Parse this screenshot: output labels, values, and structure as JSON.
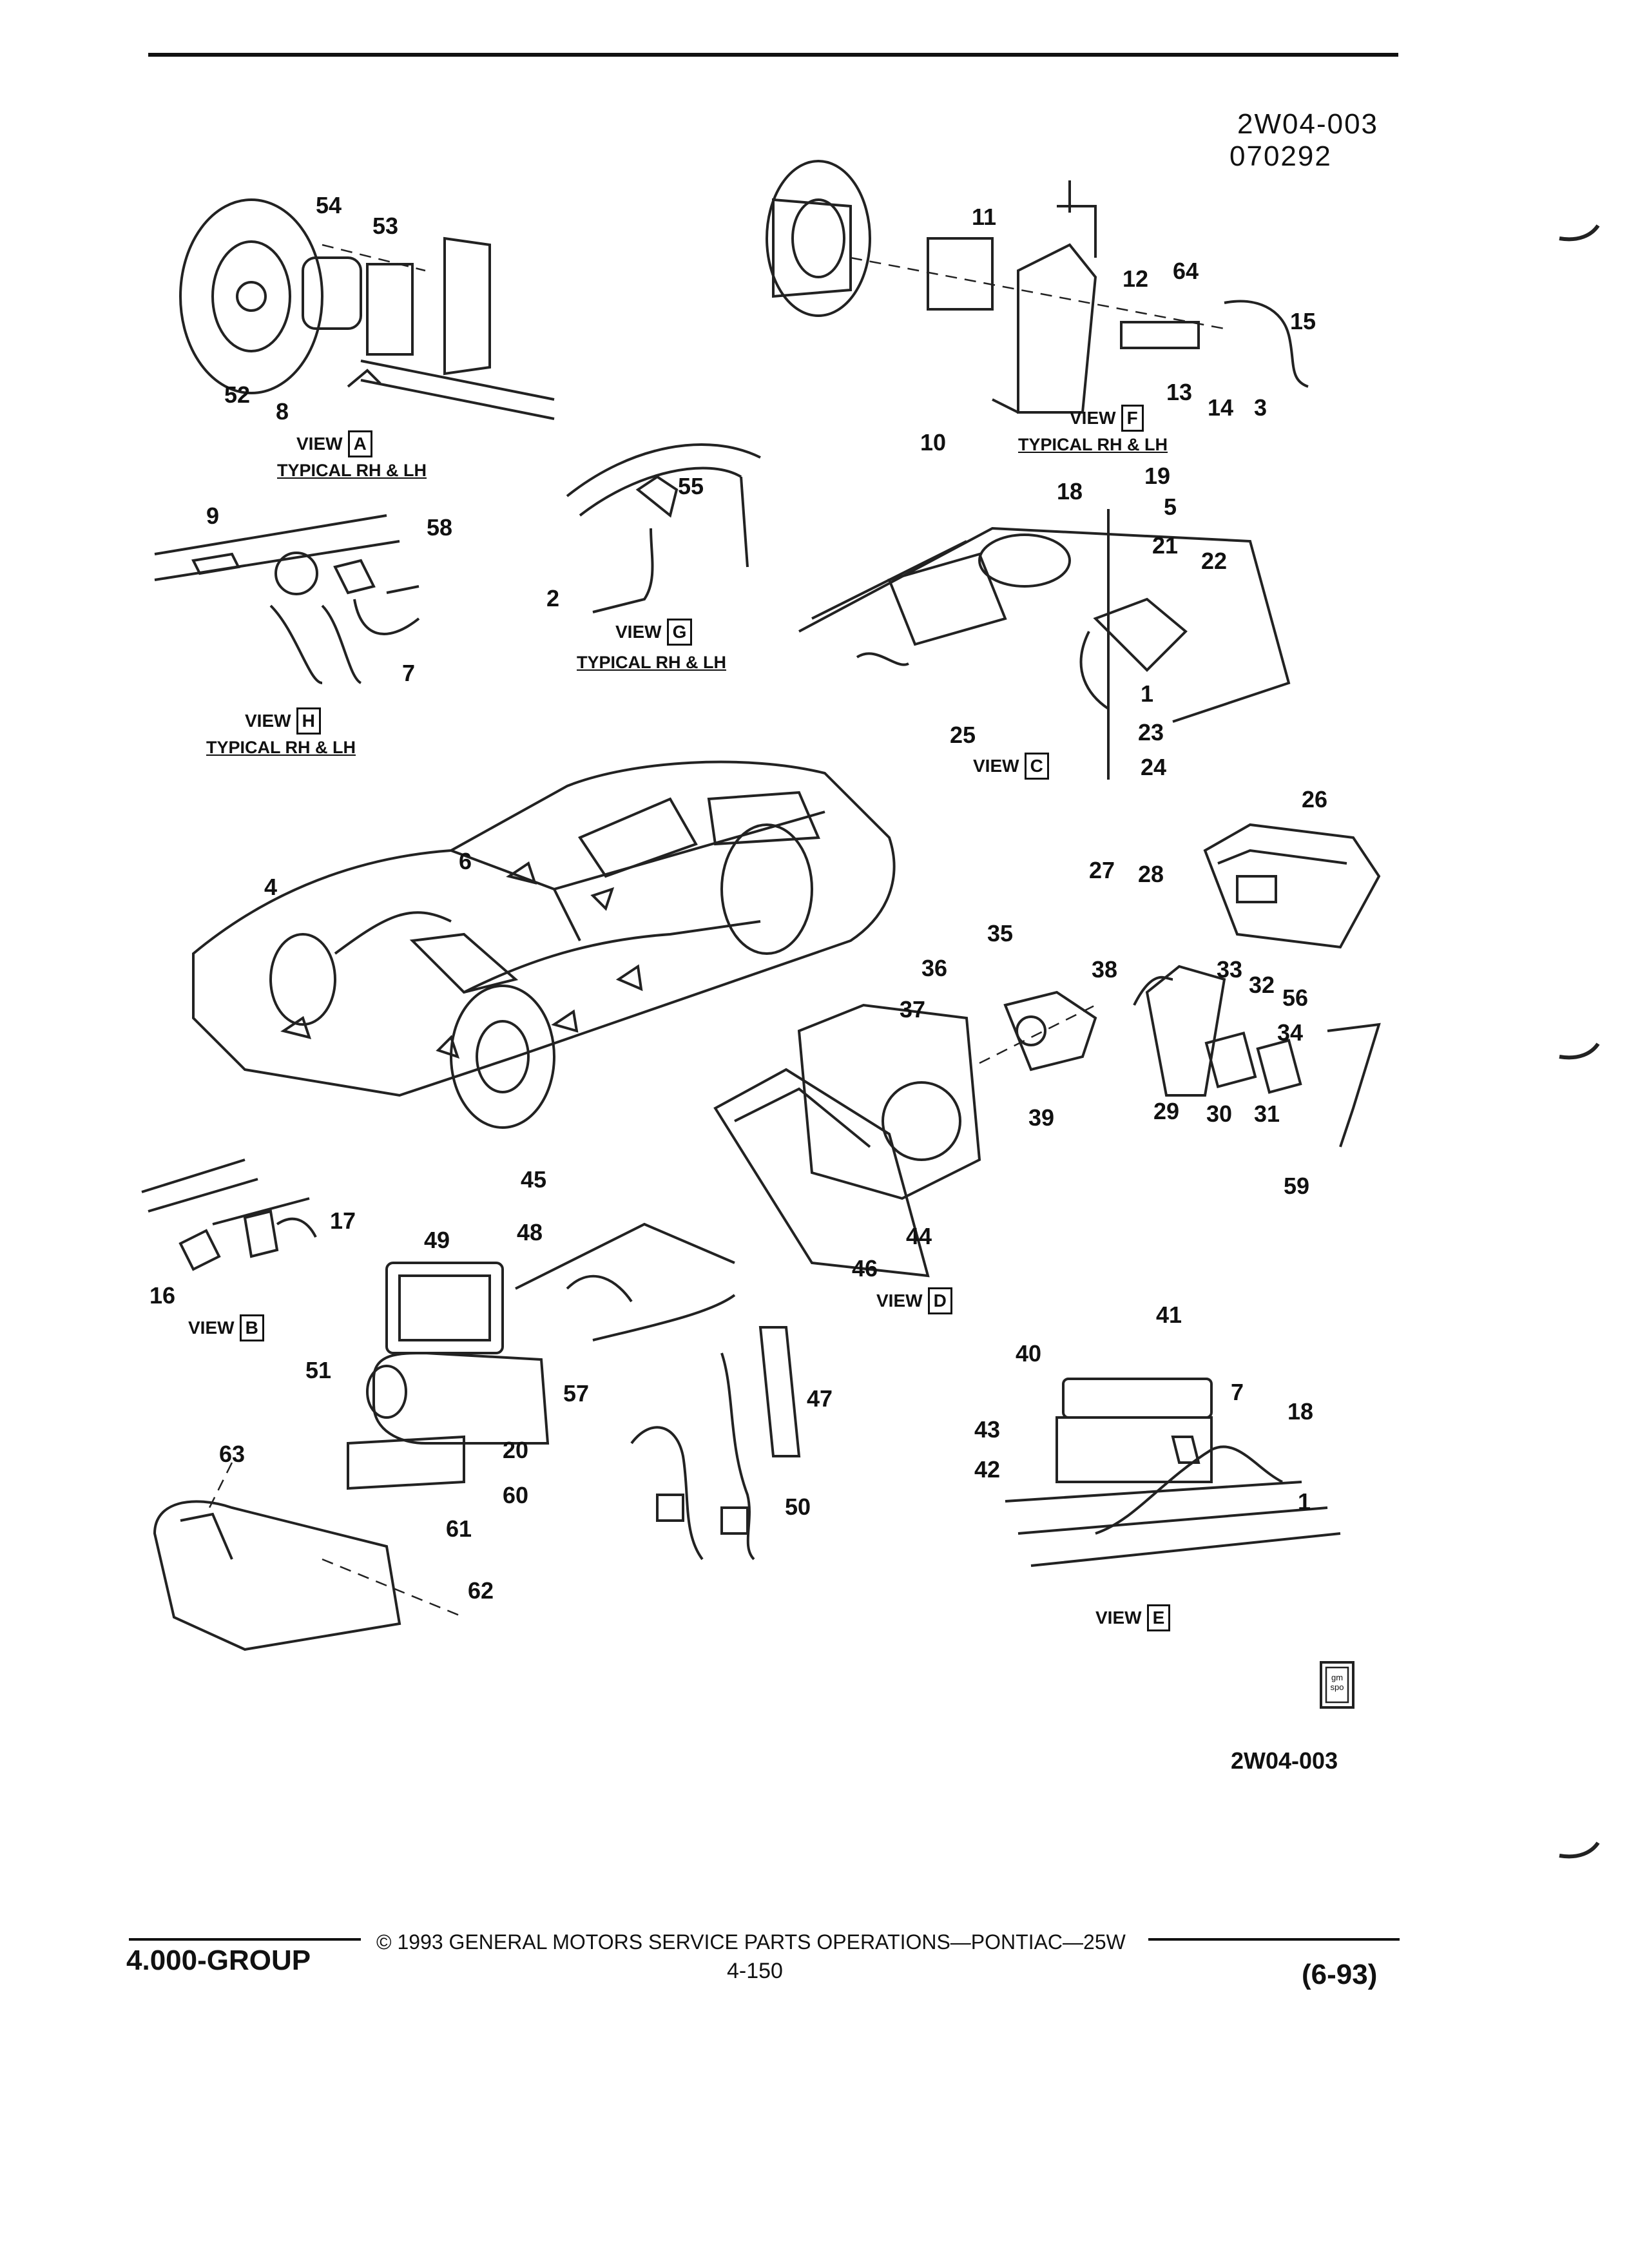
{
  "header": {
    "doc_code": "2W04-003",
    "doc_date": "070292"
  },
  "views": [
    {
      "id": "A",
      "word": "VIEW",
      "letter": "A",
      "caption": "TYPICAL RH & LH"
    },
    {
      "id": "F",
      "word": "VIEW",
      "letter": "F",
      "caption": "TYPICAL RH & LH"
    },
    {
      "id": "G",
      "word": "VIEW",
      "letter": "G",
      "caption": "TYPICAL RH & LH"
    },
    {
      "id": "H",
      "word": "VIEW",
      "letter": "H",
      "caption": "TYPICAL RH & LH"
    },
    {
      "id": "C",
      "word": "VIEW",
      "letter": "C",
      "caption": ""
    },
    {
      "id": "B",
      "word": "VIEW",
      "letter": "B",
      "caption": ""
    },
    {
      "id": "D",
      "word": "VIEW",
      "letter": "D",
      "caption": ""
    },
    {
      "id": "E",
      "word": "VIEW",
      "letter": "E",
      "caption": ""
    }
  ],
  "callouts": [
    "54",
    "53",
    "52",
    "8",
    "11",
    "12",
    "64",
    "15",
    "13",
    "14",
    "3",
    "10",
    "55",
    "2",
    "9",
    "58",
    "7",
    "18",
    "19",
    "5",
    "21",
    "22",
    "1",
    "23",
    "24",
    "25",
    "26",
    "27",
    "28",
    "35",
    "36",
    "38",
    "33",
    "32",
    "56",
    "34",
    "29",
    "30",
    "31",
    "59",
    "37",
    "39",
    "4",
    "6",
    "45",
    "44",
    "46",
    "17",
    "16",
    "49",
    "48",
    "51",
    "57",
    "20",
    "60",
    "61",
    "63",
    "62",
    "47",
    "50",
    "41",
    "40",
    "43",
    "42",
    "18",
    "7",
    "1"
  ],
  "icon_label": "gm\nspo",
  "bottom_code": "2W04-003",
  "footer": {
    "group": "4.000-GROUP",
    "copyright": "©  1993  GENERAL MOTORS SERVICE PARTS OPERATIONS—PONTIAC—25W",
    "page": "4-150",
    "revision": "(6-93)"
  }
}
